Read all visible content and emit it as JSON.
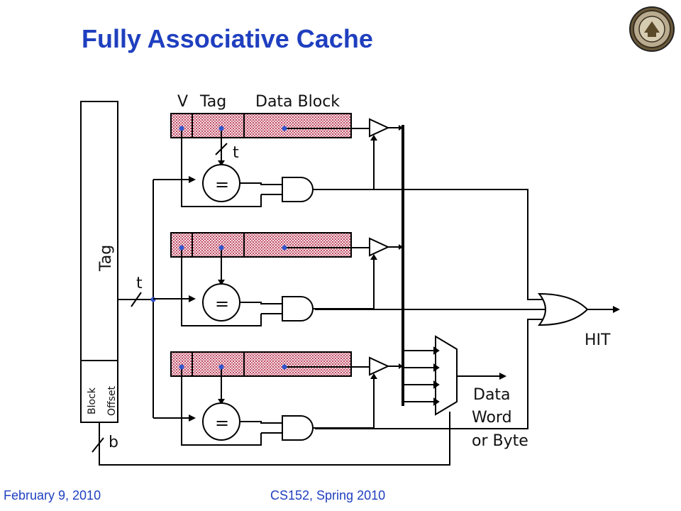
{
  "slide": {
    "title": "Fully Associative Cache",
    "footer_date": "February 9, 2010",
    "footer_course": "CS152, Spring 2010"
  },
  "diagram": {
    "column_headers": {
      "valid": "V",
      "tag": "Tag",
      "data": "Data Block"
    },
    "address": {
      "tag": "Tag",
      "offset_line1": "Block",
      "offset_line2": "Offset"
    },
    "tag_width_label": "t",
    "address_tag_width_label": "t",
    "offset_width_label": "b",
    "comparator_symbol": "=",
    "hit_label": "HIT",
    "output_line1": "Data",
    "output_line2": "Word",
    "output_line3": "or Byte",
    "entries": 3
  },
  "colors": {
    "title": "#1f3fbf",
    "footer": "#1f3fbf",
    "cache_line_fill": "#c8385a",
    "dot": "#3355cc",
    "wire": "#000000"
  },
  "icons": [
    "university-seal-icon"
  ]
}
